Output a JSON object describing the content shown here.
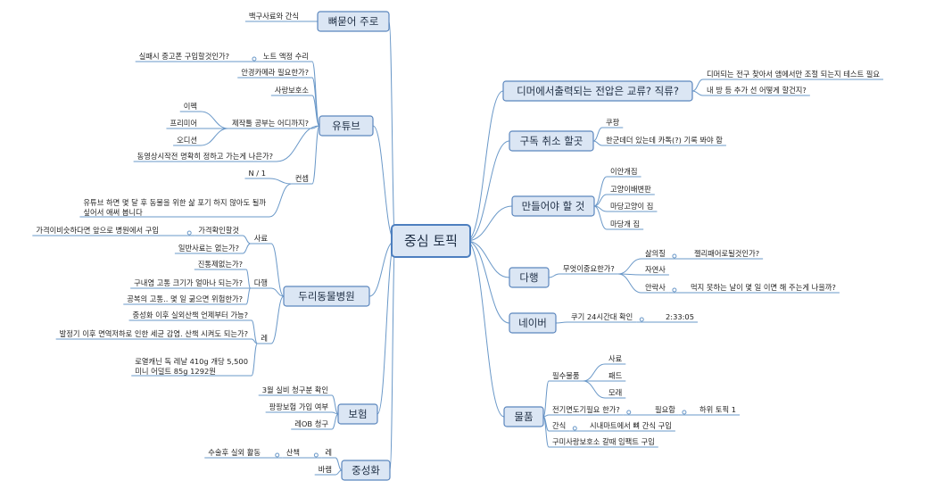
{
  "central": "중심 토픽",
  "left": [
    {
      "id": "L1",
      "label": "뼈묻어 주로",
      "children": [
        {
          "label": "백구사료와 간식"
        }
      ]
    },
    {
      "id": "L2",
      "label": "유튜브",
      "children": [
        {
          "label": "노트 액정 수리",
          "children": [
            {
              "label": "실패시 중고폰 구입할것인가?"
            }
          ]
        },
        {
          "label": "안경카메라 필요한가?"
        },
        {
          "label": "사랑보호소"
        },
        {
          "label": "제작툴 공부는 어디까지?",
          "children": [
            {
              "label": "이펙"
            },
            {
              "label": "프리미어"
            },
            {
              "label": "오디션"
            }
          ]
        },
        {
          "label": "동영상시작전 명확히 정하고 가는게 나은가?"
        },
        {
          "label": "컨셉",
          "children": [
            {
              "label": "N / 1"
            },
            {
              "label": "유튜브 하면 몇 달 후 동물을 위한 삶 포기 하지 않아도 될까",
              "label2": "싶어서 애써 봅니다"
            }
          ]
        }
      ]
    },
    {
      "id": "L3",
      "label": "두리동물병원",
      "children": [
        {
          "label": "사료",
          "children": [
            {
              "label": "가격확인할것",
              "children": [
                {
                  "label": "가격이비슷하다면 앞으로 병원에서 구입"
                }
              ]
            },
            {
              "label": "일반사료는 없는가?"
            }
          ]
        },
        {
          "label": "다행",
          "children": [
            {
              "label": "진통제없는가?"
            },
            {
              "label": "구내염 고통 크기가 얼마나 되는가?"
            },
            {
              "label": "공복의 고통.. 몇 일 굶으면 위험한가?"
            }
          ]
        },
        {
          "label": "레",
          "children": [
            {
              "label": "중성화 이후 실외산책 언제부터 가능?"
            },
            {
              "label": "발정기 이후 면역저하로 인한 세균 감염. 산책 시켜도 되는가?"
            },
            {
              "label": "로열캐닌 독 레날 410g  개당 5,500",
              "label2": "미니 어덜트 85g 1292원"
            }
          ]
        }
      ]
    },
    {
      "id": "L4",
      "label": "보험",
      "children": [
        {
          "label": "3월 실비 청구분 확인"
        },
        {
          "label": "팡팡보험 가입 여부"
        },
        {
          "label": "레OB 청구"
        }
      ]
    },
    {
      "id": "L5",
      "label": "중성화",
      "children": [
        {
          "label": "레",
          "children": [
            {
              "label": "산책",
              "children": [
                {
                  "label": "수술후 실외 활동"
                }
              ]
            }
          ]
        },
        {
          "label": "바램"
        }
      ]
    }
  ],
  "right": [
    {
      "id": "R1",
      "label": "디머에서출력되는 전압은 교류? 직류?",
      "children": [
        {
          "label": "디머되는 전구 찾아서 앰에서만 조절 되는지 테스트 필요"
        },
        {
          "label": "내 방 등 추가 선 어떻게 할건지?"
        }
      ]
    },
    {
      "id": "R2",
      "label": "구독 취소 할곳",
      "children": [
        {
          "label": "쿠팡"
        },
        {
          "label": "한군데더 있는데 카톡(?) 기록 봐야 함"
        }
      ]
    },
    {
      "id": "R3",
      "label": "만들어야 할 것",
      "children": [
        {
          "label": "이안개집"
        },
        {
          "label": "고양이배변판"
        },
        {
          "label": "마당고양이 집"
        },
        {
          "label": "마당개 집"
        }
      ]
    },
    {
      "id": "R4",
      "label": "다행",
      "children": [
        {
          "label": "무엇이중요한가?",
          "children": [
            {
              "label": "삶의질",
              "children": [
                {
                  "label": "젤리패어로될것인가?"
                }
              ]
            },
            {
              "label": "자연사"
            },
            {
              "label": "안락사",
              "children": [
                {
                  "label": "먹지 못하는 날이 몇 일 이면 해 주는게 나을까?"
                }
              ]
            }
          ]
        }
      ]
    },
    {
      "id": "R5",
      "label": "네이버",
      "children": [
        {
          "label": "쿠기 24시간대 확인",
          "children": [
            {
              "label": "2:33:05"
            }
          ]
        }
      ]
    },
    {
      "id": "R6",
      "label": "물품",
      "children": [
        {
          "label": "필수물품",
          "children": [
            {
              "label": "사료"
            },
            {
              "label": "패드"
            },
            {
              "label": "모래"
            }
          ]
        },
        {
          "label": "전기면도기필요 한가?",
          "children": [
            {
              "label": "필요함",
              "children": [
                {
                  "label": "하위 토픽 1"
                }
              ]
            }
          ]
        },
        {
          "label": "간식",
          "children": [
            {
              "label": "시내마트에서 뼈 간식 구입"
            }
          ]
        },
        {
          "label": "구미사랑보호소 갈때 임팩트 구입"
        }
      ]
    }
  ]
}
